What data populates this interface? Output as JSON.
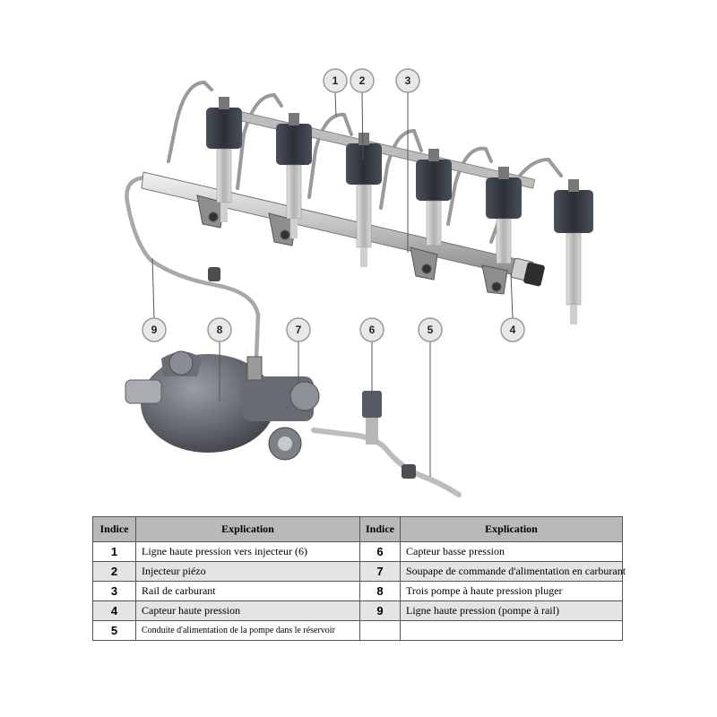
{
  "callouts": {
    "c1": "1",
    "c2": "2",
    "c3": "3",
    "c4": "4",
    "c5": "5",
    "c6": "6",
    "c7": "7",
    "c8": "8",
    "c9": "9"
  },
  "legend": {
    "header": {
      "indice": "Indice",
      "explication": "Explication"
    },
    "rows": [
      {
        "left_index": "1",
        "left_text": "Ligne haute pression vers injecteur (6)",
        "right_index": "6",
        "right_text": "Capteur basse pression"
      },
      {
        "left_index": "2",
        "left_text": "Injecteur piézo",
        "right_index": "7",
        "right_text": "Soupape de commande d'alimentation en carburant"
      },
      {
        "left_index": "3",
        "left_text": "Rail de carburant",
        "right_index": "8",
        "right_text": "Trois pompe à haute pression pluger"
      },
      {
        "left_index": "4",
        "left_text": "Capteur haute pression",
        "right_index": "9",
        "right_text": "Ligne haute pression (pompe à rail)"
      },
      {
        "left_index": "5",
        "left_text": "Conduite d'alimentation de la pompe dans le réservoir",
        "right_index": "",
        "right_text": ""
      }
    ]
  },
  "colors": {
    "injector": "#3a3f48",
    "metal": "#c9c9c9",
    "pump": "#5b5f66",
    "callout_fill": "#e8e8e8"
  }
}
